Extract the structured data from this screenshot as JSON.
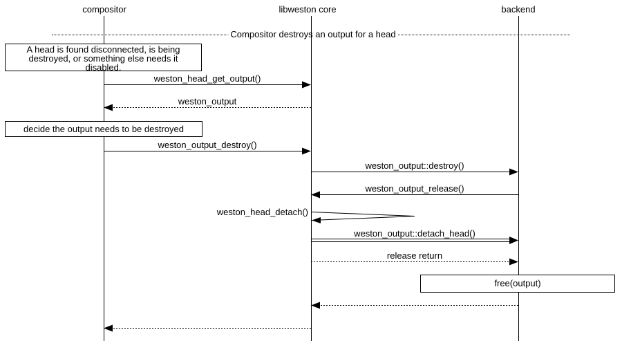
{
  "diagram": {
    "divider_title": "Compositor destroys an output for a head",
    "actors": [
      {
        "label": "compositor"
      },
      {
        "label": "libweston core"
      },
      {
        "label": "backend"
      }
    ],
    "notes": {
      "head_disconnected": {
        "lines": [
          "A head is found disconnected, is being",
          "destroyed, or something else needs it",
          "disabled."
        ]
      },
      "decide_destroy": {
        "text": "decide the output needs to be destroyed"
      },
      "free_output": {
        "text": "free(output)"
      }
    },
    "messages": [
      {
        "label": "weston_head_get_output()",
        "from": "compositor",
        "to": "libweston core",
        "line": "solid"
      },
      {
        "label": "weston_output",
        "from": "libweston core",
        "to": "compositor",
        "line": "dotted"
      },
      {
        "label": "weston_output_destroy()",
        "from": "compositor",
        "to": "libweston core",
        "line": "solid"
      },
      {
        "label": "weston_output::destroy()",
        "from": "libweston core",
        "to": "backend",
        "line": "solid"
      },
      {
        "label": "weston_output_release()",
        "from": "backend",
        "to": "libweston core",
        "line": "solid"
      },
      {
        "label": "weston_head_detach()",
        "from": "libweston core",
        "to": "libweston core",
        "line": "self"
      },
      {
        "label": "weston_output::detach_head()",
        "from": "libweston core",
        "to": "backend",
        "line": "double"
      },
      {
        "label": "release return",
        "from": "libweston core",
        "to": "backend",
        "line": "dotted"
      },
      {
        "label": "",
        "from": "backend",
        "to": "libweston core",
        "line": "dotted"
      },
      {
        "label": "",
        "from": "libweston core",
        "to": "compositor",
        "line": "dotted"
      }
    ],
    "colors": {
      "line": "#000000",
      "background": "#ffffff"
    }
  }
}
